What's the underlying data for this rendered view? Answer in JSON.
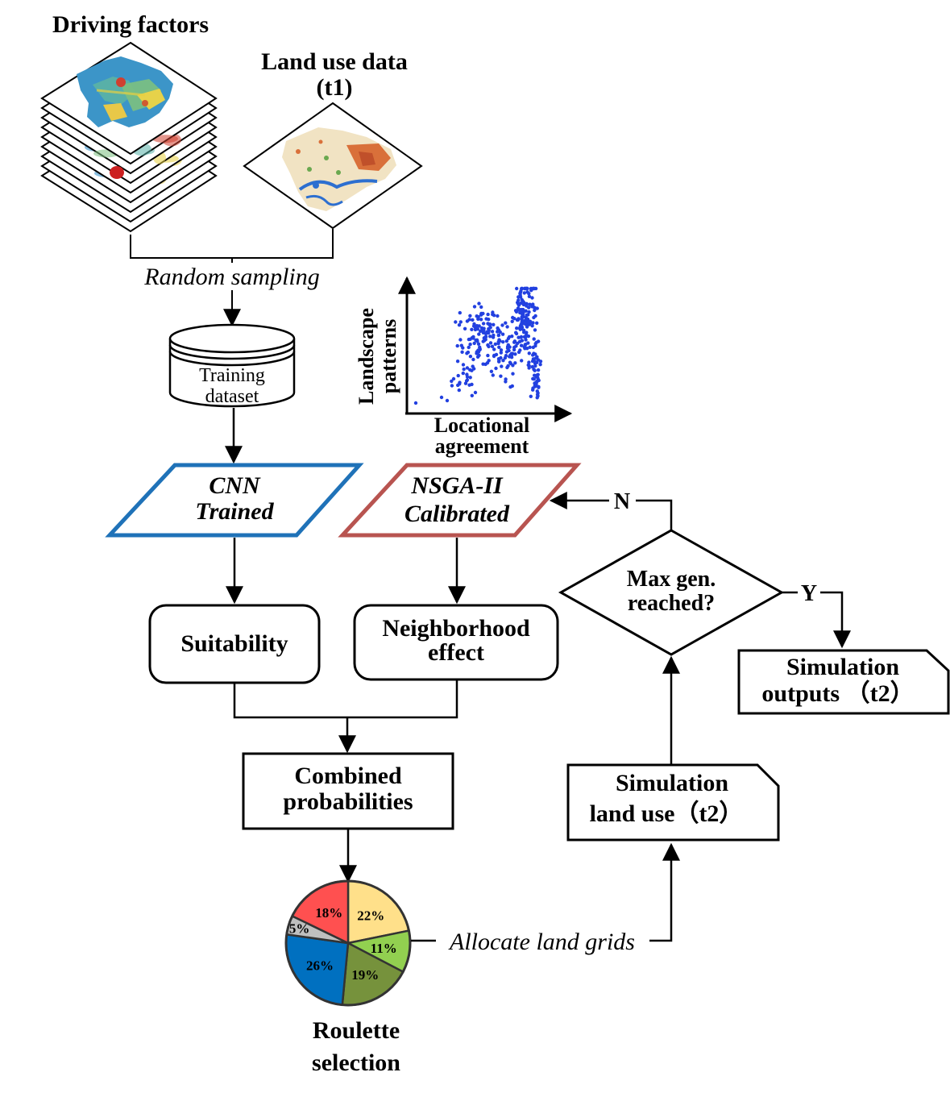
{
  "labels": {
    "driving_factors": "Driving factors",
    "land_use_line1": "Land use data",
    "land_use_line2": "(t1)",
    "random_sampling": "Random sampling",
    "training_line1": "Training",
    "training_line2": "dataset",
    "y_axis_line1": "Landscape",
    "y_axis_line2": "patterns",
    "x_axis_line1": "Locational",
    "x_axis_line2": "agreement",
    "cnn_line1": "CNN",
    "cnn_line2": "Trained",
    "nsga_line1": "NSGA-II",
    "nsga_line2": "Calibrated",
    "n_label": "N",
    "y_label": "Y",
    "decision_line1": "Max gen.",
    "decision_line2": "reached?",
    "suitability": "Suitability",
    "neighborhood_line1": "Neighborhood",
    "neighborhood_line2": "effect",
    "sim_outputs_line1": "Simulation",
    "sim_outputs_line2": "outputs （t2）",
    "combined_line1": "Combined",
    "combined_line2": "probabilities",
    "sim_land_line1": "Simulation",
    "sim_land_line2": "land use（t2）",
    "allocate": "Allocate land grids",
    "roulette_line1": "Roulette",
    "roulette_line2": "selection"
  },
  "pie": {
    "slices": [
      {
        "label": "22%",
        "value": 22,
        "color": "#ffe08a"
      },
      {
        "label": "11%",
        "value": 11,
        "color": "#92d050"
      },
      {
        "label": "19%",
        "value": 19,
        "color": "#76923c"
      },
      {
        "label": "26%",
        "value": 26,
        "color": "#0070c0"
      },
      {
        "label": "5%",
        "value": 5,
        "color": "#bfbfbf"
      },
      {
        "label": "18%",
        "value": 18,
        "color": "#ff5050"
      }
    ]
  },
  "colors": {
    "cnn_border": "#1f72b8",
    "nsga_border": "#b85450",
    "scatter_points": "#2240e0"
  }
}
